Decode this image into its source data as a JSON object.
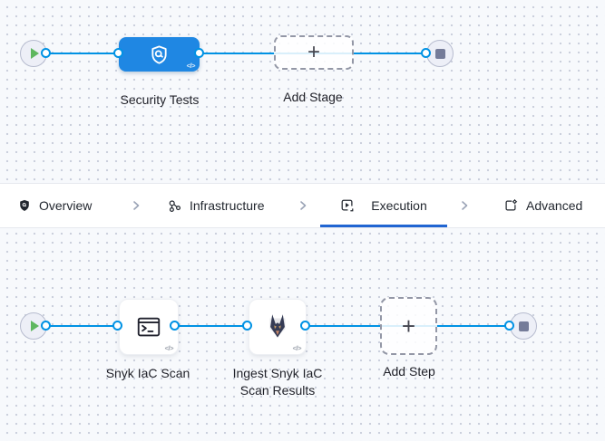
{
  "stage_graph": {
    "stage": {
      "label": "Security Tests",
      "icon": "security-shield-search-icon",
      "code_badge": "</>"
    },
    "add_stage": {
      "label": "Add Stage",
      "plus": "+"
    }
  },
  "tab_bar": {
    "tabs": [
      {
        "label": "Overview",
        "icon": "shield-icon",
        "selected": false
      },
      {
        "label": "Infrastructure",
        "icon": "cluster-icon",
        "selected": false
      },
      {
        "label": "Execution",
        "icon": "play-square-icon",
        "selected": true
      },
      {
        "label": "Advanced",
        "icon": "page-gear-icon",
        "selected": false
      }
    ]
  },
  "step_graph": {
    "steps": [
      {
        "label": "Snyk IaC Scan",
        "icon": "terminal-icon",
        "code_badge": "</>"
      },
      {
        "label": "Ingest Snyk IaC Scan Results",
        "icon": "snyk-dog-icon",
        "code_badge": "</>"
      }
    ],
    "add_step": {
      "label": "Add Step",
      "plus": "+"
    }
  },
  "colors": {
    "connector": "#0092e4",
    "stage_blue": "#1f87e3",
    "tab_underline": "#2065d2",
    "play_green": "#5fb75f",
    "end_square": "#757c99",
    "canvas_bg": "#f7f9fc"
  }
}
